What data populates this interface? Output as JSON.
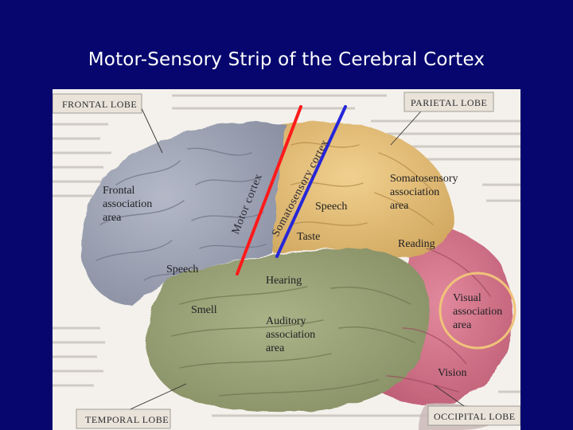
{
  "title": "Motor-Sensory Strip of the Cerebral Cortex",
  "lobes": {
    "frontal": "FRONTAL LOBE",
    "parietal": "PARIETAL LOBE",
    "temporal": "TEMPORAL LOBE",
    "occipital": "OCCIPITAL LOBE"
  },
  "strips": {
    "motor": "Motor cortex",
    "somatosensory": "Somatosensory cortex"
  },
  "areas": {
    "frontal_assoc": [
      "Frontal",
      "association",
      "area"
    ],
    "speech_upper": "Speech",
    "somato_assoc": [
      "Somatosensory",
      "association",
      "area"
    ],
    "taste": "Taste",
    "reading": "Reading",
    "speech_lower": "Speech",
    "hearing": "Hearing",
    "smell": "Smell",
    "auditory_assoc": [
      "Auditory",
      "association",
      "area"
    ],
    "visual_assoc": [
      "Visual",
      "association",
      "area"
    ],
    "vision": "Vision"
  },
  "colors": {
    "background": "#06066e",
    "title": "#ffffff",
    "frontal_lobe": "#9da3b4",
    "parietal_lobe": "#e3c07b",
    "temporal_lobe": "#9aa378",
    "occipital_lobe": "#cf6f86",
    "motor_line": "#ff1a1a",
    "sensory_line": "#2626d9",
    "visual_circle": "#f0c27a"
  }
}
